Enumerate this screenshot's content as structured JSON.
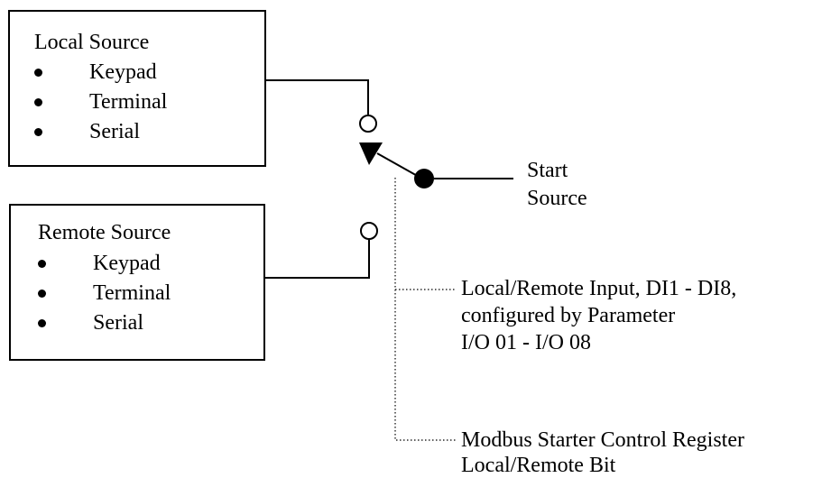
{
  "local_source": {
    "title": "Local Source",
    "items": [
      "Keypad",
      "Terminal",
      "Serial"
    ]
  },
  "remote_source": {
    "title": "Remote Source",
    "items": [
      "Keypad",
      "Terminal",
      "Serial"
    ]
  },
  "output": {
    "line1": "Start",
    "line2": "Source"
  },
  "control_inputs": {
    "digital_input": {
      "line1": "Local/Remote Input, DI1 - DI8,",
      "line2": "configured by Parameter",
      "line3": "I/O 01 - I/O 08"
    },
    "modbus": {
      "line1": "Modbus Starter Control Register",
      "line2": "Local/Remote Bit"
    }
  },
  "colors": {
    "ink": "#000000",
    "background": "#ffffff"
  }
}
